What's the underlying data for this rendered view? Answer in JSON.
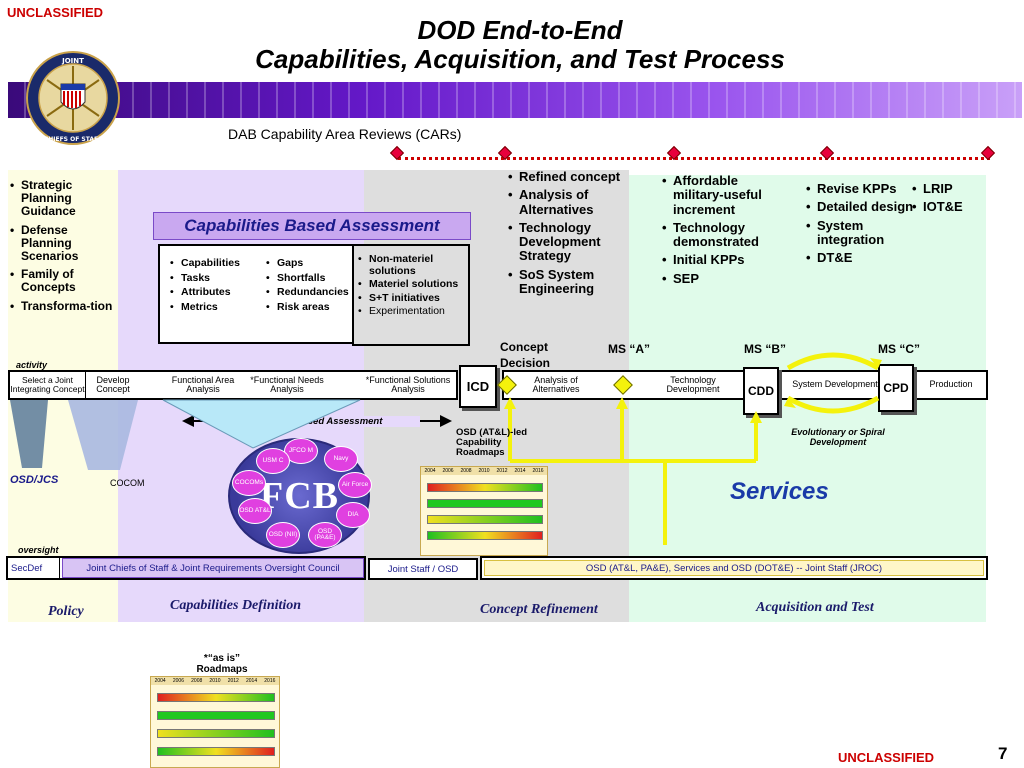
{
  "header": {
    "classification_top": "UNCLASSIFIED",
    "title_line1": "DOD End-to-End",
    "title_line2": "Capabilities, Acquisition, and Test Process",
    "seal_text": "JOINT CHIEFS OF STAFF"
  },
  "dab_label": "DAB Capability Area Reviews (CARs)",
  "left_bullets": [
    "Strategic Planning Guidance",
    "Defense Planning Scenarios",
    "Family of Concepts",
    "Transforma-tion"
  ],
  "cba": {
    "title": "Capabilities Based Assessment",
    "col1": [
      "Capabilities",
      "Tasks",
      "Attributes",
      "Metrics"
    ],
    "col2": [
      "Gaps",
      "Shortfalls",
      "Redundancies",
      "Risk areas"
    ],
    "col3": [
      "Non-materiel solutions",
      "Materiel solutions",
      "S+T initiatives",
      "Experimentation"
    ]
  },
  "concept_bullets": [
    "Refined concept",
    "Analysis of Alternatives",
    "Technology Development Strategy",
    "SoS System Engineering"
  ],
  "acq_bullets": [
    "Affordable military-useful increment",
    "Technology demonstrated",
    "Initial KPPs",
    "SEP"
  ],
  "sysdev_bullets": [
    "Revise KPPs",
    "Detailed design",
    "System integration",
    "DT&E"
  ],
  "prod_bullets": [
    "LRIP",
    "IOT&E"
  ],
  "milestones": {
    "concept_decision": "Concept Decision",
    "ms_a": "MS “A”",
    "ms_b": "MS “B”",
    "ms_c": "MS “C”"
  },
  "activity_label": "activity",
  "process": {
    "select": "Select a Joint Integrating Concept",
    "develop": "Develop Concept",
    "faa": "Functional Area Analysis",
    "fna": "*Functional Needs Analysis",
    "fsa": "*Functional Solutions Analysis",
    "icd": "ICD",
    "aoa": "Analysis of Alternatives",
    "td": "Technology Development",
    "cdd": "CDD",
    "sd": "System Development",
    "cpd": "CPD",
    "production": "Production"
  },
  "cba_arrow_label": "Capability Based Assessment",
  "fcb": {
    "label": "FCB",
    "petals": [
      "JFCO M",
      "USM C",
      "Navy",
      "COCOMs",
      "Air Force",
      "OSD AT&L",
      "DIA",
      "OSD (NII)",
      "OSD (PA&E)"
    ]
  },
  "osd_jcs": "OSD/JCS",
  "cocom": "COCOM",
  "osd_roadmaps": "OSD (AT&L)-led Capability Roadmaps",
  "roadmap_years": [
    "2004",
    "2006",
    "2008",
    "2010",
    "2012",
    "2014",
    "2016"
  ],
  "evolutionary": "Evolutionary or Spiral Development",
  "services": "Services",
  "oversight": {
    "label": "oversight",
    "secdef": "SecDef",
    "jcs": "Joint Chiefs of Staff & Joint Requirements Oversight Council",
    "js_osd": "Joint Staff / OSD",
    "osd_all": "OSD (AT&L, PA&E), Services and OSD (DOT&E)   --  Joint Staff (JROC)"
  },
  "phases": {
    "policy": "Policy",
    "capdef": "Capabilities Definition",
    "concept": "Concept Refinement",
    "acq": "Acquisition and Test"
  },
  "as_is": {
    "line1": "*“as is”",
    "line2": "Roadmaps"
  },
  "footer": {
    "classification_bottom": "UNCLASSIFIED",
    "page": "7"
  },
  "colors": {
    "policy_bg": "#fdfde3",
    "capdef_bg": "#e6d9fb",
    "concept_bg": "#dedede",
    "acq_bg": "#e0fbea",
    "purple_band": "#7a2ad8",
    "classification": "#cc0000",
    "services": "#1a3aa8",
    "yellow_arrow": "#f4f20c"
  }
}
